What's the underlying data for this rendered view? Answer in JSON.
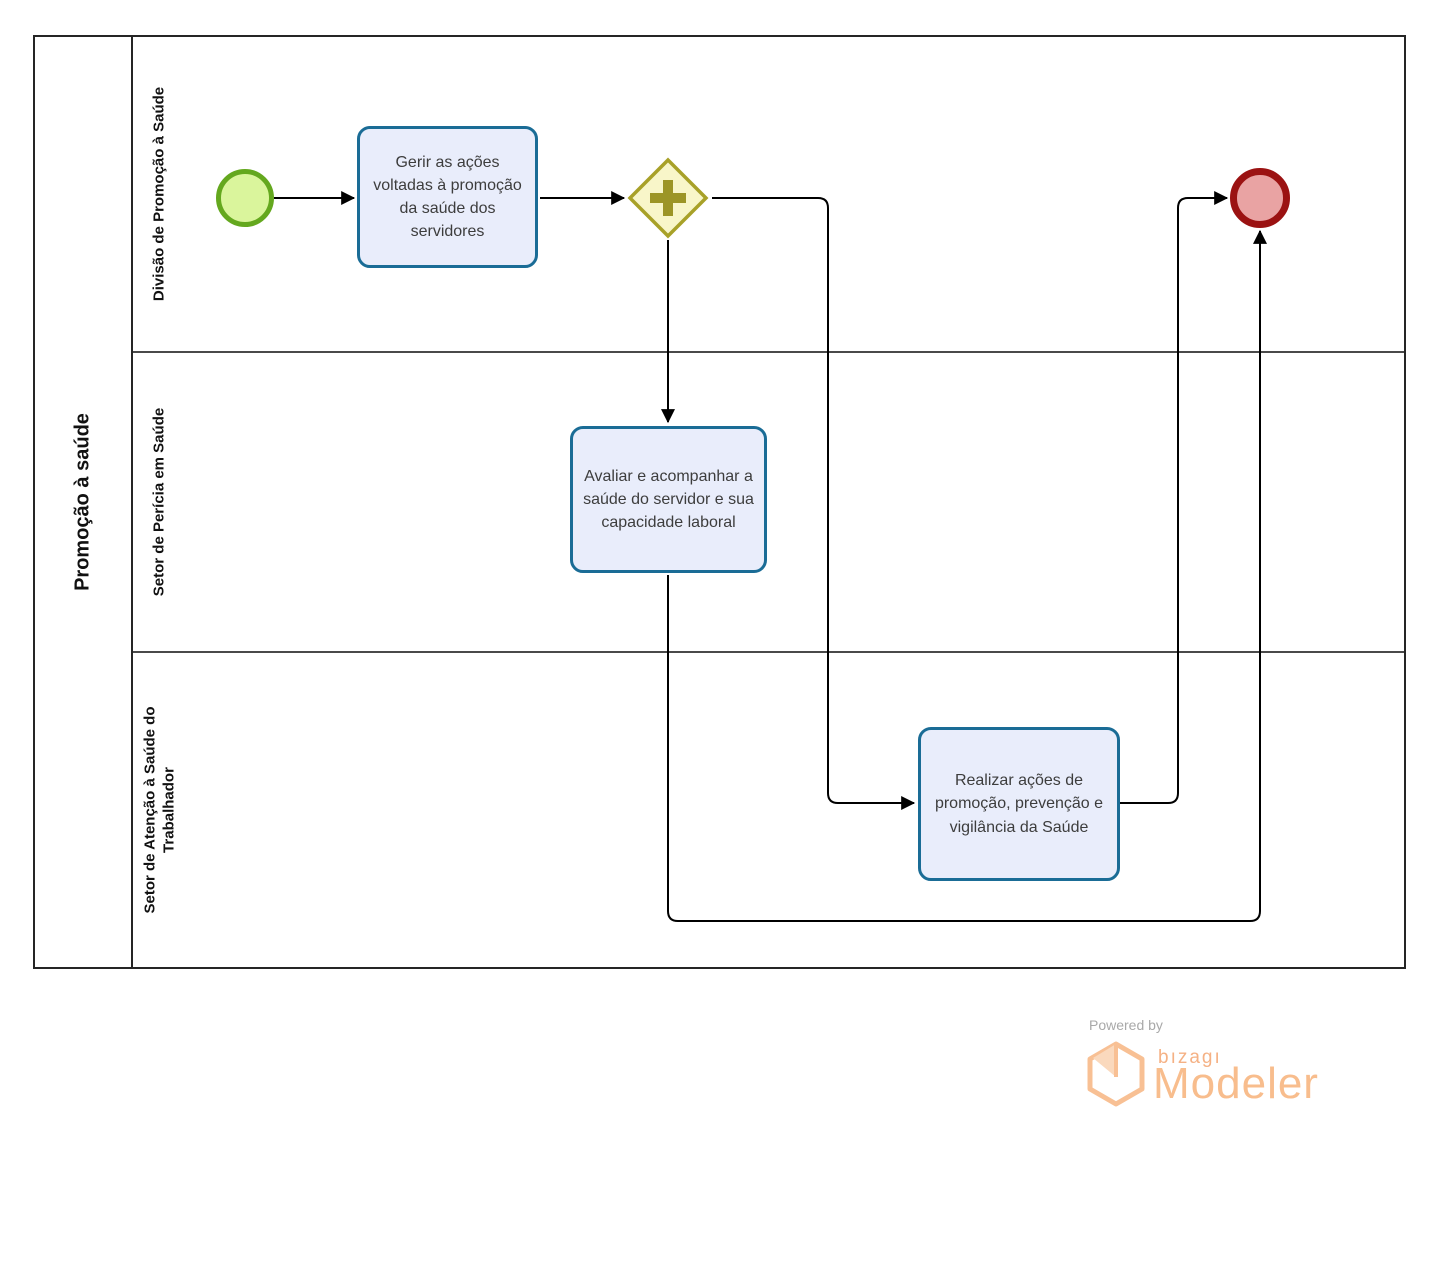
{
  "pool": {
    "label": "Promoção à saúde",
    "lanes": [
      {
        "label": "Divisão de Promoção à Saúde"
      },
      {
        "label": "Setor de Perícia em Saúde"
      },
      {
        "label": "Setor de Atenção à Saúde do Trabalhador"
      }
    ]
  },
  "nodes": {
    "start_event": {
      "type": "start-event"
    },
    "task_gerir": {
      "label": "Gerir as ações voltadas à promoção da saúde dos servidores"
    },
    "gateway_parallel": {
      "type": "parallel-gateway",
      "symbol": "+"
    },
    "task_avaliar": {
      "label": "Avaliar e acompanhar a saúde do servidor e sua capacidade laboral"
    },
    "task_realizar": {
      "label": "Realizar ações de promoção, prevenção e vigilância da Saúde"
    },
    "end_event": {
      "type": "end-event"
    }
  },
  "flows": [
    {
      "from": "start_event",
      "to": "task_gerir"
    },
    {
      "from": "task_gerir",
      "to": "gateway_parallel"
    },
    {
      "from": "gateway_parallel",
      "to": "task_avaliar"
    },
    {
      "from": "gateway_parallel",
      "to": "task_realizar"
    },
    {
      "from": "task_realizar",
      "to": "end_event"
    },
    {
      "from": "task_avaliar",
      "to": "end_event"
    }
  ],
  "colors": {
    "task_border": "#1a6c96",
    "task_fill": "#e9edfb",
    "start_border": "#64a81e",
    "start_fill": "#daf59c",
    "gateway_border": "#a8a128",
    "gateway_fill": "#f8f6c9",
    "end_border": "#9b1212",
    "end_fill": "#e9a3a3",
    "flow": "#000000",
    "brand_orange": "#f8bd8d"
  },
  "footer": {
    "powered_by": "Powered by",
    "brand": "bızagı",
    "product": "Modeler"
  }
}
